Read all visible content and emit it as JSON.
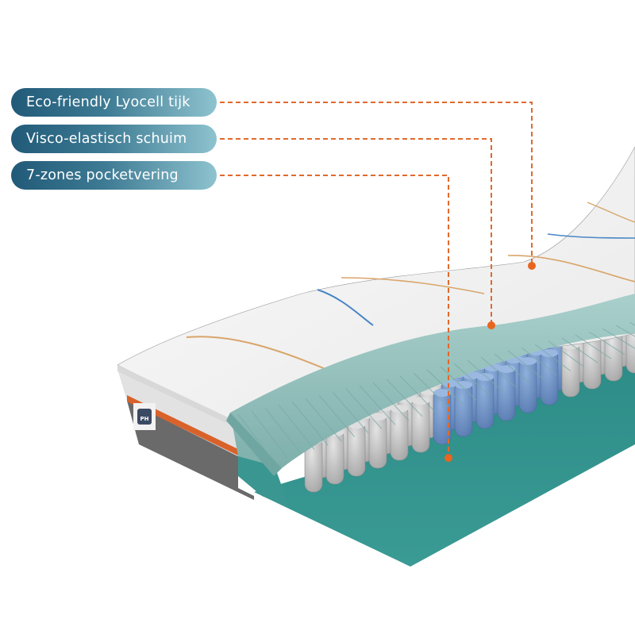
{
  "labels": [
    {
      "text": "Eco-friendly Lyocell tijk",
      "target": "cover-layer"
    },
    {
      "text": "Visco-elastisch schuim",
      "target": "foam-layer"
    },
    {
      "text": "7-zones pocketvering",
      "target": "pocket-spring-layer"
    }
  ],
  "badge": {
    "text": "PH"
  },
  "colors": {
    "pill_dark": "#215a78",
    "pill_light": "#8ec3cf",
    "leader_line": "#e06a2c",
    "foam_teal": "#8dbcb8",
    "base_teal": "#2f8f8a",
    "cover_white": "#f4f4f4",
    "side_gray": "#666666",
    "spring_gray": "#bdbdbd",
    "spring_blue": "#6c8fc2"
  }
}
